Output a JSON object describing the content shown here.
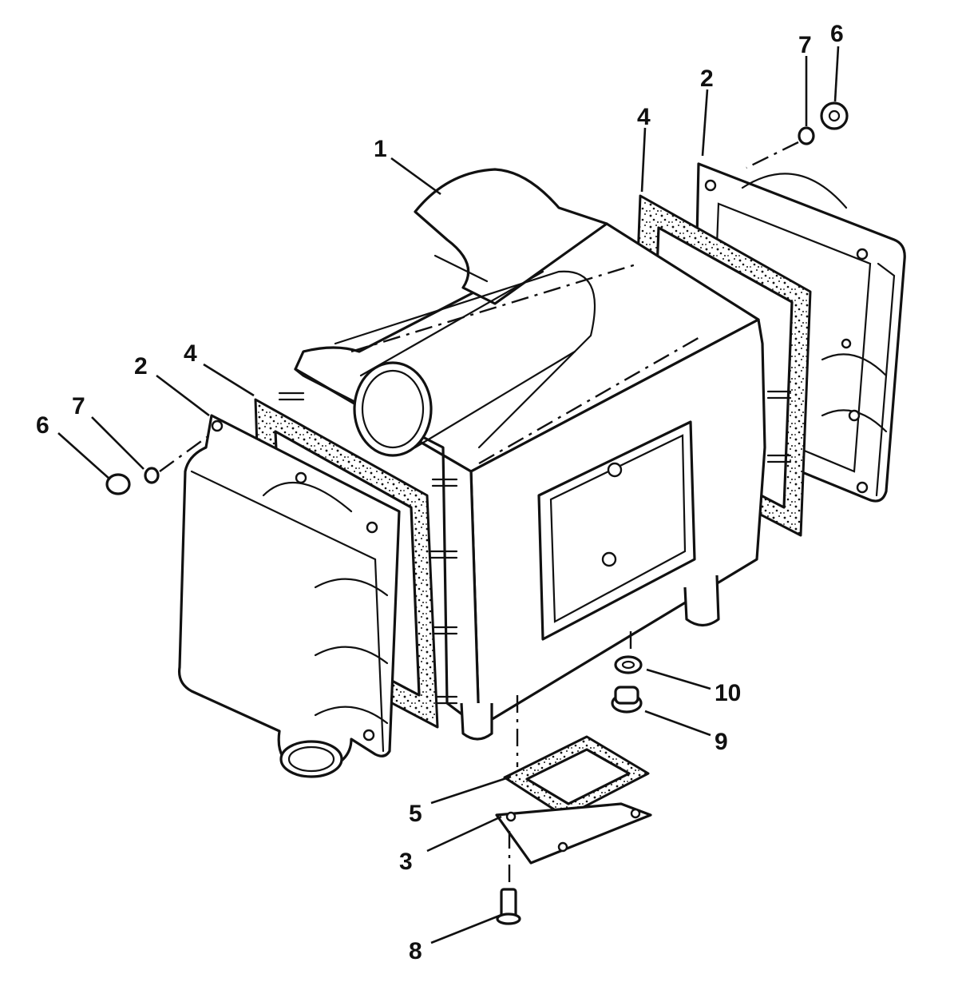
{
  "callouts": {
    "c1": "1",
    "c2_left": "2",
    "c2_right": "2",
    "c3": "3",
    "c4_left": "4",
    "c4_right": "4",
    "c5": "5",
    "c6_left": "6",
    "c6_right": "6",
    "c7_left": "7",
    "c7_right": "7",
    "c8": "8",
    "c9": "9",
    "c10": "10"
  }
}
